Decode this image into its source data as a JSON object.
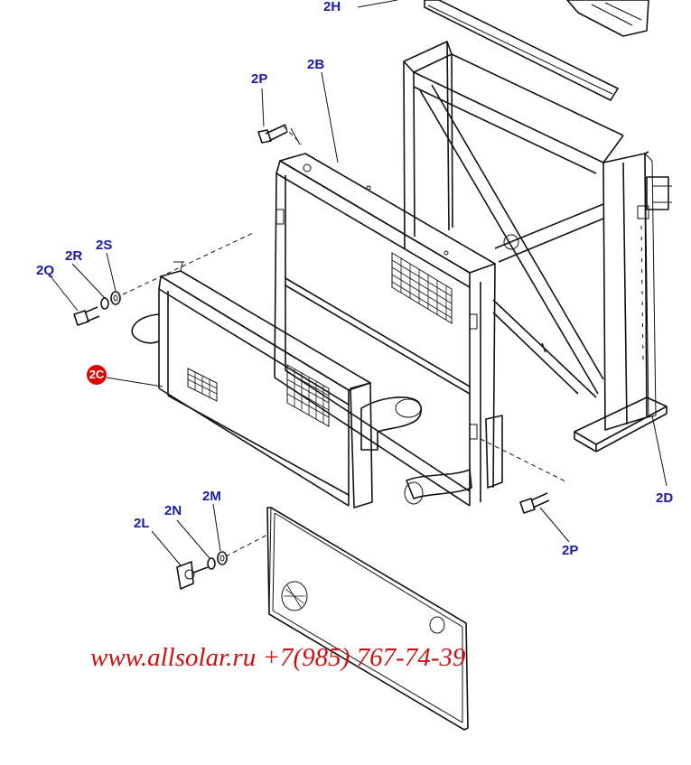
{
  "colors": {
    "label": "#1a1aa6",
    "highlight": "#e00000",
    "watermark": "#cc1111",
    "line": "#111111"
  },
  "labels": {
    "2H": "2H",
    "2B": "2B",
    "2P_top": "2P",
    "2P_bottom": "2P",
    "2R": "2R",
    "2S": "2S",
    "2Q": "2Q",
    "2C": "2C",
    "2D": "2D",
    "2M": "2M",
    "2N": "2N",
    "2L": "2L"
  },
  "highlighted_part": "2C",
  "watermark": "www.allsolar.ru +7(985) 767-74-39"
}
